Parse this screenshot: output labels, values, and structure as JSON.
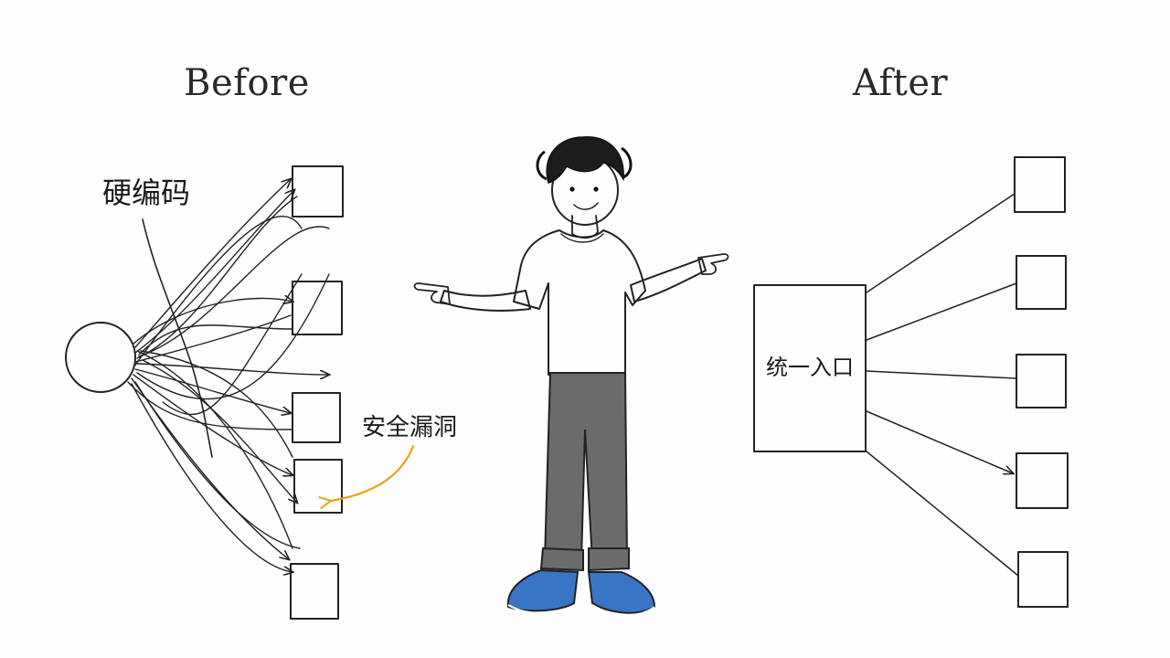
{
  "before": {
    "title": "Before",
    "hardcode_label": "硬编码",
    "vuln_label": "安全漏洞"
  },
  "after": {
    "title": "After",
    "entry_label": "统一入口"
  },
  "colors": {
    "ink": "#222222",
    "warning_arrow": "#e8a11c",
    "shoe": "#3a74c4",
    "pants": "#6b6b6b"
  },
  "icons": {
    "person": "person-pointing-icon"
  }
}
